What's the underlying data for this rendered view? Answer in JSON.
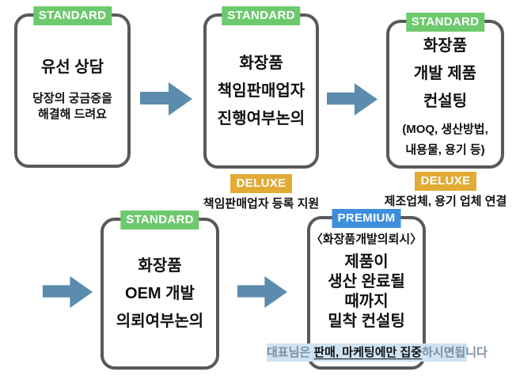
{
  "diagram": {
    "colors": {
      "standard_badge": "#6dc96d",
      "deluxe_badge": "#e2ab35",
      "premium_badge": "#3e8ede",
      "arrow": "#5b8cad",
      "box_border": "#58595b",
      "highlight_bg": "#cfe3f2",
      "muted_text": "#7d90a1"
    },
    "boxes": {
      "box1": {
        "tier": "STANDARD",
        "title": "유선 상담",
        "sub_line1": "당장의 궁금증을",
        "sub_line2": "해결해 드려요"
      },
      "box2": {
        "tier": "STANDARD",
        "title_line1": "화장품",
        "title_line2": "책임판매업자",
        "title_line3": "진행여부논의",
        "footer_tier": "DELUXE",
        "footer_text": "책임판매업자 등록 지원"
      },
      "box3": {
        "tier": "STANDARD",
        "title_line1": "화장품",
        "title_line2": "개발 제품",
        "title_line3": "컨설팅",
        "sub_line1": "(MOQ, 생산방법,",
        "sub_line2": "내용물, 용기 등)",
        "footer_tier": "DELUXE",
        "footer_text": "제조업체, 용기 업체 연결"
      },
      "box4": {
        "tier": "STANDARD",
        "title_line1": "화장품",
        "title_line2": "OEM 개발",
        "title_line3": "의뢰여부논의"
      },
      "box5": {
        "tier": "PREMIUM",
        "heading": "〈화장품개발의뢰시〉",
        "title_line1": "제품이",
        "title_line2": "생산 완료될",
        "title_line3": "때까지",
        "title_line4": "밀착 컨설팅",
        "highlight_prefix": "대표님은 ",
        "highlight_emphasis": "판매, 마케팅에만 집중",
        "highlight_suffix": "하시면됩니다"
      }
    }
  }
}
